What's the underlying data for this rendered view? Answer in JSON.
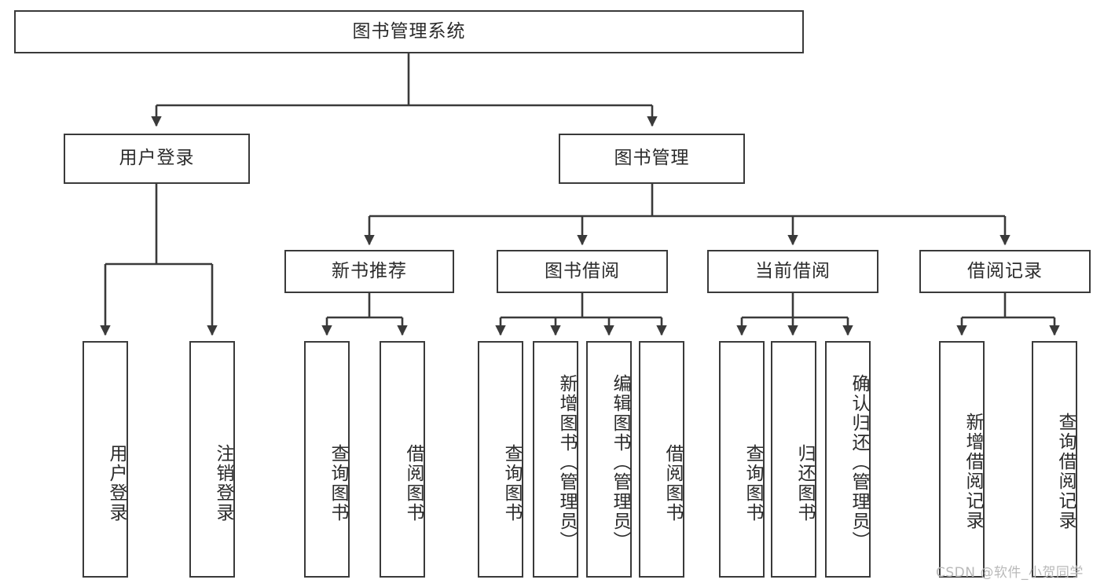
{
  "diagram": {
    "title": "图书管理系统",
    "type": "tree",
    "watermark": "CSDN @软件_小贺同学",
    "colors": {
      "box_border": "#3a3a3a",
      "box_fill": "#ffffff",
      "edge": "#3a3a3a",
      "text": "#2b2b2b",
      "watermark": "#b9b9b9",
      "background": "#ffffff"
    },
    "root": {
      "id": "root",
      "label": "图书管理系统"
    },
    "level2": [
      {
        "id": "user-login",
        "label": "用户登录"
      },
      {
        "id": "book-manage",
        "label": "图书管理"
      }
    ],
    "level3": [
      {
        "id": "new-book-recommend",
        "label": "新书推荐"
      },
      {
        "id": "book-borrow",
        "label": "图书借阅"
      },
      {
        "id": "current-borrow",
        "label": "当前借阅"
      },
      {
        "id": "borrow-record",
        "label": "借阅记录"
      }
    ],
    "leaves": {
      "user_login": [
        {
          "id": "leaf-user-login",
          "label": "用户登录"
        },
        {
          "id": "leaf-logout-login",
          "label": "注销登录"
        }
      ],
      "new_book_recommend": [
        {
          "id": "leaf-query-book-1",
          "label": "查询图书"
        },
        {
          "id": "leaf-borrow-book-1",
          "label": "借阅图书"
        }
      ],
      "book_borrow": [
        {
          "id": "leaf-query-book-2",
          "label": "查询图书"
        },
        {
          "id": "leaf-add-book",
          "label": "新增图书（管理员）"
        },
        {
          "id": "leaf-edit-book",
          "label": "编辑图书（管理员）"
        },
        {
          "id": "leaf-borrow-book-2",
          "label": "借阅图书"
        }
      ],
      "current_borrow": [
        {
          "id": "leaf-query-book-3",
          "label": "查询图书"
        },
        {
          "id": "leaf-return-book",
          "label": "归还图书"
        },
        {
          "id": "leaf-confirm-return",
          "label": "确认归还（管理员）"
        }
      ],
      "borrow_record": [
        {
          "id": "leaf-add-record",
          "label": "新增借阅记录"
        },
        {
          "id": "leaf-query-record",
          "label": "查询借阅记录"
        }
      ]
    }
  }
}
